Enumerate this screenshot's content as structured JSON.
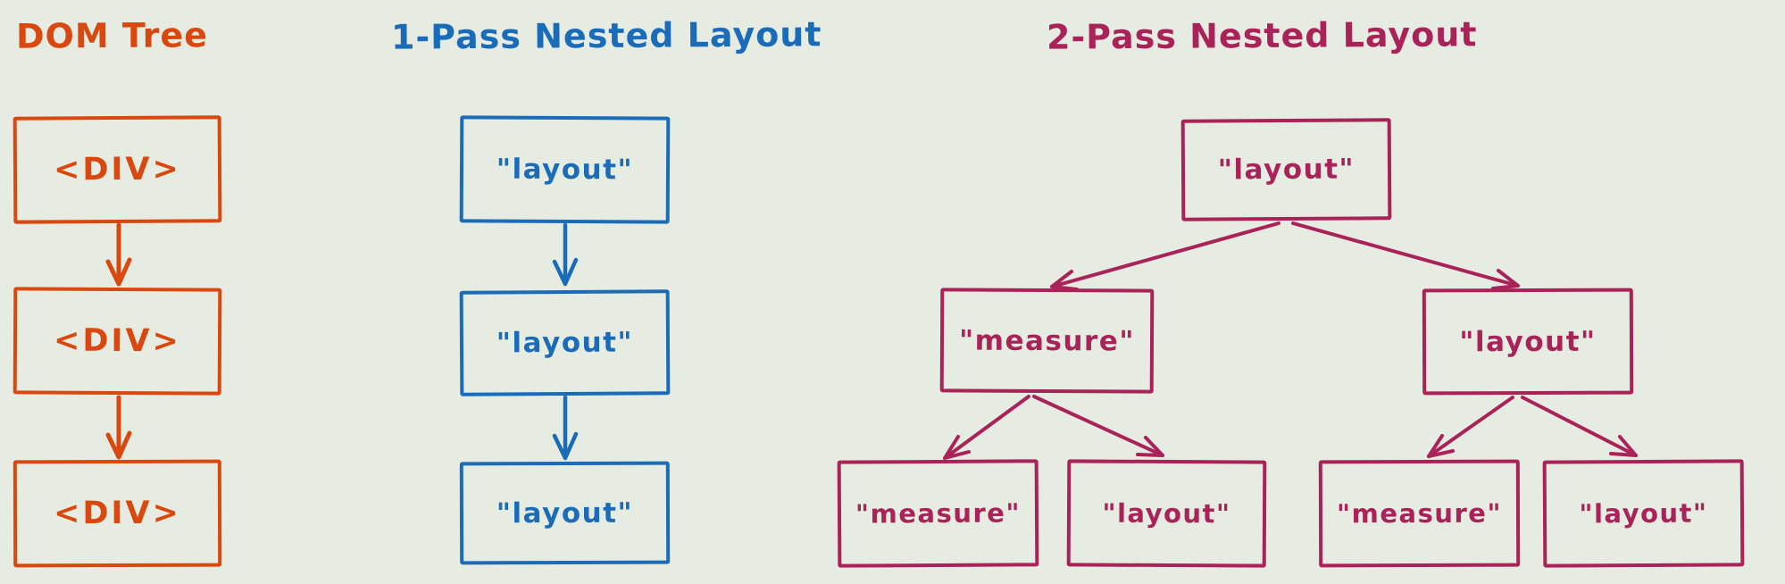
{
  "background_color": "#e7ece3",
  "diagrams": {
    "dom_tree": {
      "title": "DOM Tree",
      "color": "#d9480f",
      "nodes": [
        {
          "label": "<DIV>"
        },
        {
          "label": "<DIV>"
        },
        {
          "label": "<DIV>"
        }
      ]
    },
    "one_pass": {
      "title": "1-Pass Nested Layout",
      "color": "#1b6cb8",
      "nodes": [
        {
          "label": "\"layout\""
        },
        {
          "label": "\"layout\""
        },
        {
          "label": "\"layout\""
        }
      ]
    },
    "two_pass": {
      "title": "2-Pass Nested Layout",
      "color": "#a92258",
      "nodes": {
        "root": {
          "label": "\"layout\""
        },
        "child_left": {
          "label": "\"measure\""
        },
        "child_right": {
          "label": "\"layout\""
        },
        "leaf_1": {
          "label": "\"measure\""
        },
        "leaf_2": {
          "label": "\"layout\""
        },
        "leaf_3": {
          "label": "\"measure\""
        },
        "leaf_4": {
          "label": "\"layout\""
        }
      }
    }
  }
}
